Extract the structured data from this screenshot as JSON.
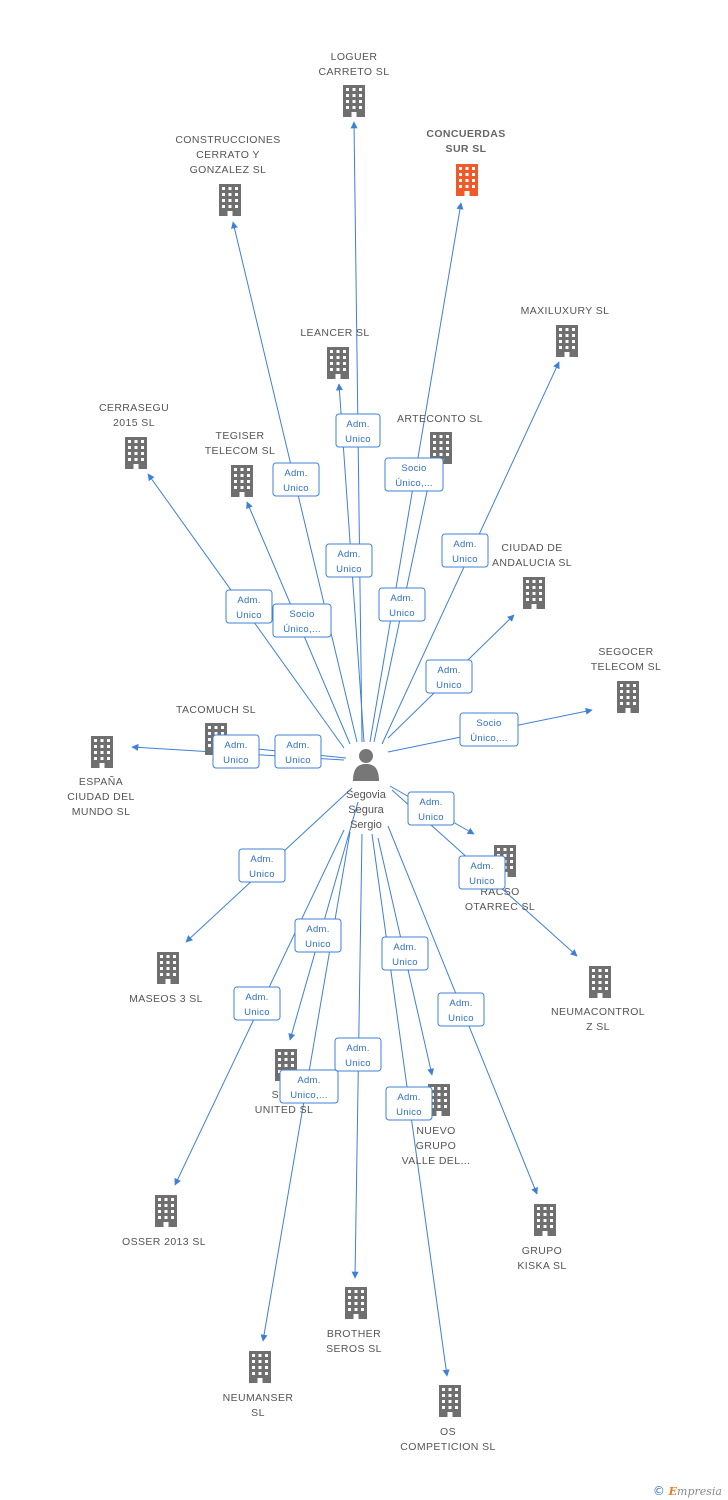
{
  "center": {
    "name_lines": [
      "Segovia",
      "Segura",
      "Sergio"
    ]
  },
  "companies": [
    {
      "id": "loguer",
      "lines": [
        "LOGUER",
        "CARRETO SL"
      ],
      "highlight": false
    },
    {
      "id": "concuerdas",
      "lines": [
        "CONCUERDAS",
        "SUR  SL"
      ],
      "highlight": true
    },
    {
      "id": "construcciones",
      "lines": [
        "CONSTRUCCIONES",
        "CERRATO Y",
        "GONZALEZ  SL"
      ],
      "highlight": false
    },
    {
      "id": "maxiluxury",
      "lines": [
        "MAXILUXURY SL"
      ],
      "highlight": false
    },
    {
      "id": "leancer",
      "lines": [
        "LEANCER SL"
      ],
      "highlight": false
    },
    {
      "id": "arteconto",
      "lines": [
        "ARTECONTO SL"
      ],
      "highlight": false
    },
    {
      "id": "cerrasegu",
      "lines": [
        "CERRASEGU",
        "2015  SL"
      ],
      "highlight": false
    },
    {
      "id": "tegiser",
      "lines": [
        "TEGISER",
        "TELECOM  SL"
      ],
      "highlight": false
    },
    {
      "id": "ciudad_andalucia",
      "lines": [
        "CIUDAD DE",
        "ANDALUCIA SL"
      ],
      "highlight": false
    },
    {
      "id": "segocer",
      "lines": [
        "SEGOCER",
        "TELECOM  SL"
      ],
      "highlight": false
    },
    {
      "id": "tacomuch",
      "lines": [
        "TACOMUCH SL"
      ],
      "highlight": false
    },
    {
      "id": "espana",
      "lines": [
        "ESPAÑA",
        "CIUDAD DEL",
        "MUNDO  SL"
      ],
      "highlight": false
    },
    {
      "id": "racso",
      "lines": [
        "RACSO",
        "OTARREC SL"
      ],
      "highlight": false
    },
    {
      "id": "maseos",
      "lines": [
        "MASEOS 3 SL"
      ],
      "highlight": false
    },
    {
      "id": "neumacontrol",
      "lines": [
        "NEUMACONTROL",
        "Z  SL"
      ],
      "highlight": false
    },
    {
      "id": "united",
      "lines": [
        "SE...",
        "UNITED SL"
      ],
      "highlight": false
    },
    {
      "id": "nuevo_grupo",
      "lines": [
        "NUEVO",
        "GRUPO",
        "VALLE DEL..."
      ],
      "highlight": false
    },
    {
      "id": "osser",
      "lines": [
        "OSSER 2013 SL"
      ],
      "highlight": false
    },
    {
      "id": "grupo_kiska",
      "lines": [
        "GRUPO",
        "KISKA SL"
      ],
      "highlight": false
    },
    {
      "id": "brother",
      "lines": [
        "BROTHER",
        "SEROS SL"
      ],
      "highlight": false
    },
    {
      "id": "neumanser",
      "lines": [
        "NEUMANSER",
        "SL"
      ],
      "highlight": false
    },
    {
      "id": "os_competicion",
      "lines": [
        "OS",
        "COMPETICION SL"
      ],
      "highlight": false
    }
  ],
  "relations": [
    {
      "to": "loguer",
      "label": [
        "Adm.",
        "Unico"
      ]
    },
    {
      "to": "concuerdas",
      "label": [
        "Socio",
        "Único,..."
      ]
    },
    {
      "to": "construcciones",
      "label": [
        "Adm.",
        "Unico"
      ]
    },
    {
      "to": "maxiluxury",
      "label": [
        "Adm.",
        "Unico"
      ]
    },
    {
      "to": "leancer",
      "label": [
        "Adm.",
        "Unico"
      ]
    },
    {
      "to": "arteconto",
      "label": [
        "Adm.",
        "Unico"
      ]
    },
    {
      "to": "cerrasegu",
      "label": [
        "Adm.",
        "Unico"
      ]
    },
    {
      "to": "tegiser",
      "label": [
        "Socio",
        "Único,..."
      ]
    },
    {
      "to": "ciudad_andalucia",
      "label": [
        "Adm.",
        "Unico"
      ]
    },
    {
      "to": "segocer",
      "label": [
        "Socio",
        "Único,..."
      ]
    },
    {
      "to": "tacomuch",
      "label": [
        "Adm.",
        "Unico"
      ]
    },
    {
      "to": "espana",
      "label": [
        "Adm.",
        "Unico"
      ]
    },
    {
      "to": "racso",
      "label": [
        "Adm.",
        "Unico"
      ]
    },
    {
      "to": "neumacontrol",
      "label": [
        "Adm.",
        "Unico"
      ]
    },
    {
      "to": "maseos",
      "label": [
        "Adm.",
        "Unico"
      ]
    },
    {
      "to": "united",
      "label": [
        "Adm.",
        "Unico"
      ]
    },
    {
      "to": "osser",
      "label": [
        "Adm.",
        "Unico"
      ]
    },
    {
      "to": "neumanser",
      "label": [
        "Adm.",
        "Unico,..."
      ]
    },
    {
      "to": "brother",
      "label": [
        "Adm.",
        "Unico"
      ]
    },
    {
      "to": "nuevo_grupo",
      "label": [
        "Adm.",
        "Unico"
      ]
    },
    {
      "to": "os_competicion",
      "label": [
        "Adm.",
        "Unico"
      ]
    },
    {
      "to": "grupo_kiska",
      "label": [
        "Adm.",
        "Unico"
      ]
    }
  ],
  "colors": {
    "edge": "#3d80d6",
    "building": "#6f6f6f",
    "building_highlight": "#f05a28",
    "person": "#777777"
  },
  "footer": {
    "copyright": "©",
    "brand_e": "E",
    "brand_rest": "mpresia"
  }
}
